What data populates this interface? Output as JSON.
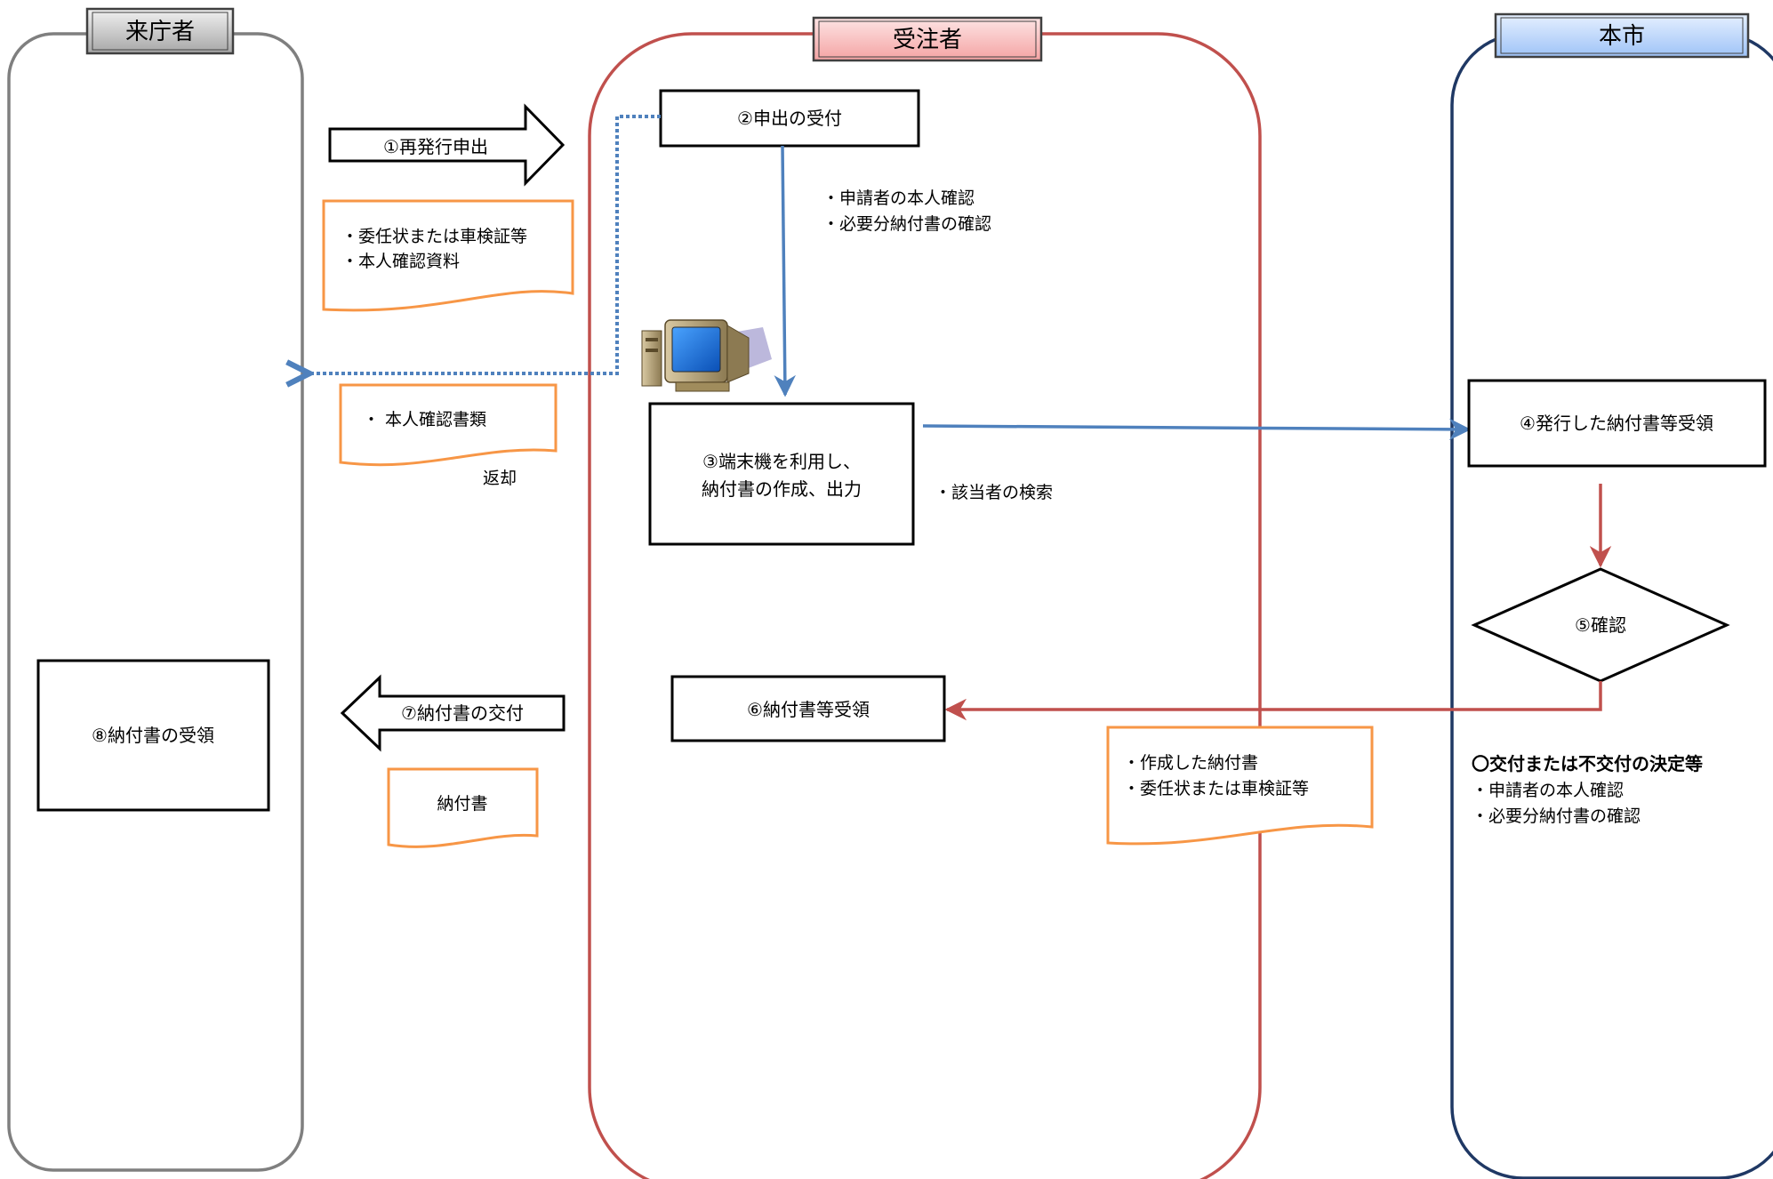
{
  "lanes": {
    "visitor": "来庁者",
    "contractor": "受注者",
    "city": "本市"
  },
  "steps": {
    "s1": "①再発行申出",
    "s2": "②申出の受付",
    "s3_line1": "③端末機を利用し、",
    "s3_line2": "納付書の作成、出力",
    "s4": "④発行した納付書等受領",
    "s5": "⑤確認",
    "s6": "⑥納付書等受領",
    "s7": "⑦納付書の交付",
    "s8": "⑧納付書の受領"
  },
  "documents": {
    "doc1_line1": "・委任状または車検証等",
    "doc1_line2": "・本人確認資料",
    "doc2": "・ 本人確認書類",
    "doc3_line1": "・作成した納付書",
    "doc3_line2": "・委任状または車検証等",
    "doc4": "納付書"
  },
  "notes": {
    "check_line1": "・申請者の本人確認",
    "check_line2": "・必要分納付書の確認",
    "return": "返却",
    "search": "・該当者の検索",
    "decision_title": "〇交付または不交付の決定等",
    "decision_line1": "・申請者の本人確認",
    "decision_line2": "・必要分納付書の確認"
  },
  "colors": {
    "visitor_lane": "#7f7f7f",
    "contractor_lane": "#c0504d",
    "city_lane": "#1f3864",
    "doc_border": "#f79646",
    "blue_flow": "#4f81bd",
    "red_flow": "#c0504d"
  },
  "icons": {
    "computer": "computer-terminal-icon"
  }
}
